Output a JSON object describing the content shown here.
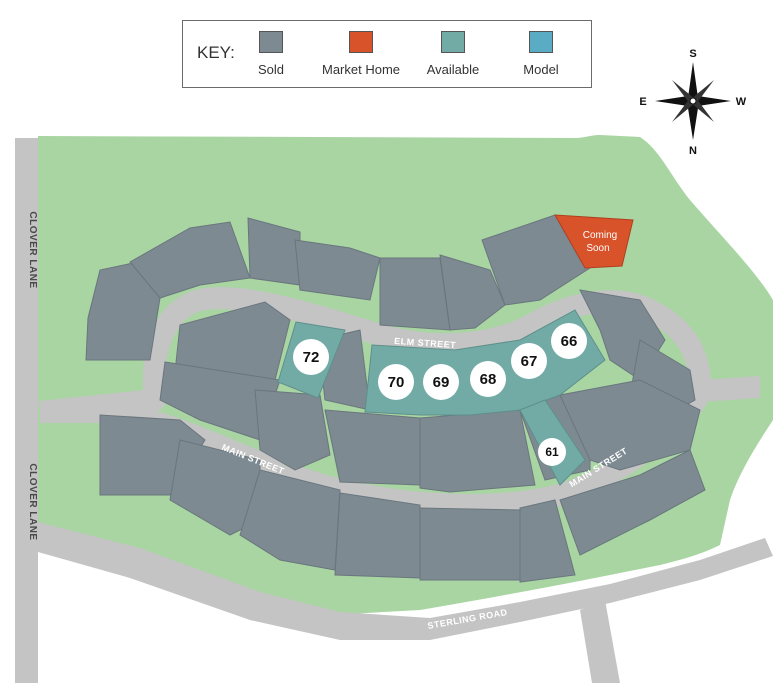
{
  "key": {
    "title": "KEY:",
    "items": [
      {
        "label": "Sold",
        "color": "#7d8a92"
      },
      {
        "label": "Market Home",
        "color": "#d9532a"
      },
      {
        "label": "Available",
        "color": "#72aba6"
      },
      {
        "label": "Model",
        "color": "#5aabc4"
      }
    ]
  },
  "compass": {
    "north": "N",
    "south": "S",
    "east": "E",
    "west": "W"
  },
  "streets": {
    "clover_lane_top": "CLOVER LANE",
    "clover_lane_bottom": "CLOVER LANE",
    "elm_street": "ELM STREET",
    "main_street_left": "MAIN STREET",
    "main_street_right": "MAIN STREET",
    "sterling_road": "STERLING ROAD"
  },
  "coming_soon": {
    "line1": "Coming",
    "line2": "Soon"
  },
  "lots": {
    "lot_72": "72",
    "lot_70": "70",
    "lot_69": "69",
    "lot_68": "68",
    "lot_67": "67",
    "lot_66": "66",
    "lot_61": "61"
  },
  "colors": {
    "green": "#a8d5a2",
    "road": "#c4c4c4",
    "sold": "#7d8a92",
    "available": "#72aba6",
    "market_home": "#d9532a"
  }
}
